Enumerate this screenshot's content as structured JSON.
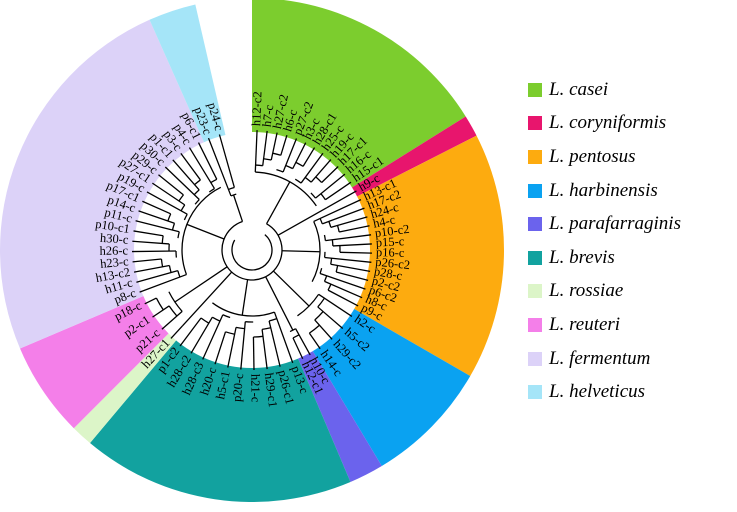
{
  "species": [
    {
      "label": "L. casei",
      "color": "#7ccd2e"
    },
    {
      "label": "L. coryniformis",
      "color": "#e8156d"
    },
    {
      "label": "L. pentosus",
      "color": "#fdab0f"
    },
    {
      "label": "L. harbinensis",
      "color": "#0aa2f1"
    },
    {
      "label": "L. parafarraginis",
      "color": "#6b63ed"
    },
    {
      "label": "L. brevis",
      "color": "#12a29f"
    },
    {
      "label": "L. rossiae",
      "color": "#dcf5c8"
    },
    {
      "label": "L. reuteri",
      "color": "#f47fe9"
    },
    {
      "label": "L. fermentum",
      "color": "#dcd2f8"
    },
    {
      "label": "L. helveticus",
      "color": "#a5e5f8"
    }
  ],
  "clades": [
    {
      "species": 0,
      "leaves": [
        "h12-c2",
        "h7-c",
        "h27-c2",
        "h6-c",
        "p27-c2",
        "h3-c",
        "h28-c1",
        "h25-c",
        "h19-c",
        "h17-c1",
        "h16-c",
        "h15-c1"
      ]
    },
    {
      "species": 1,
      "leaves": [
        "h9-c"
      ]
    },
    {
      "species": 2,
      "leaves": [
        "h13-c1",
        "h17-c2",
        "h24-c",
        "h4-c",
        "p10-c2",
        "p15-c",
        "p16-c",
        "p26-c2",
        "p28-c",
        "p2-c2",
        "p6-c2",
        "h8-c",
        "p9-c"
      ]
    },
    {
      "species": 3,
      "leaves": [
        "h2-c",
        "h5-c2",
        "h29-c2",
        "h14-c"
      ]
    },
    {
      "species": 4,
      "leaves": [
        "h10-c",
        "h12-c1"
      ]
    },
    {
      "species": 5,
      "leaves": [
        "p13-c",
        "p26-c1",
        "h29-c1",
        "h21-c",
        "p20-c",
        "h5-c1",
        "h20-c",
        "h28-c3",
        "h28-c2",
        "p1-c2"
      ]
    },
    {
      "species": 6,
      "leaves": [
        "h27-c1"
      ]
    },
    {
      "species": 7,
      "leaves": [
        "p21-c",
        "p2-c1",
        "p18-c"
      ]
    },
    {
      "species": 8,
      "leaves": [
        "p8-c",
        "h11-c",
        "h13-c2",
        "h23-c",
        "h26-c",
        "h30-c",
        "p10-c1",
        "p11-c",
        "p14-c",
        "p17-c1",
        "p19-c",
        "p27-c1",
        "p29-c",
        "p30-c",
        "p1-c1",
        "p3-c",
        "p4-c",
        "p6-c1"
      ]
    },
    {
      "species": 9,
      "leaves": [
        "p23-c",
        "p24-c"
      ]
    }
  ]
}
